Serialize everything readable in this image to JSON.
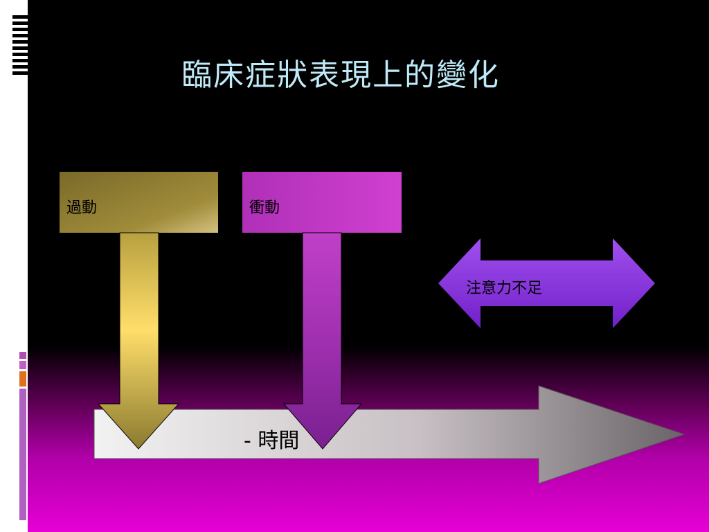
{
  "slide": {
    "title": "臨床症狀表現上的變化"
  },
  "diagram": {
    "hyperactivity_label": "過動",
    "impulsivity_label": "衝動",
    "inattention_label": "注意力不足",
    "time_label": "- 時間"
  },
  "colors": {
    "title": "#bfeaf8",
    "hyperactivity_arrow": "#d8b84a",
    "impulsivity_arrow": "#c040c8",
    "inattention_arrow": "#8a2be2",
    "time_arrow": "#dcdcdc",
    "background_bottom": "#e600d6"
  }
}
